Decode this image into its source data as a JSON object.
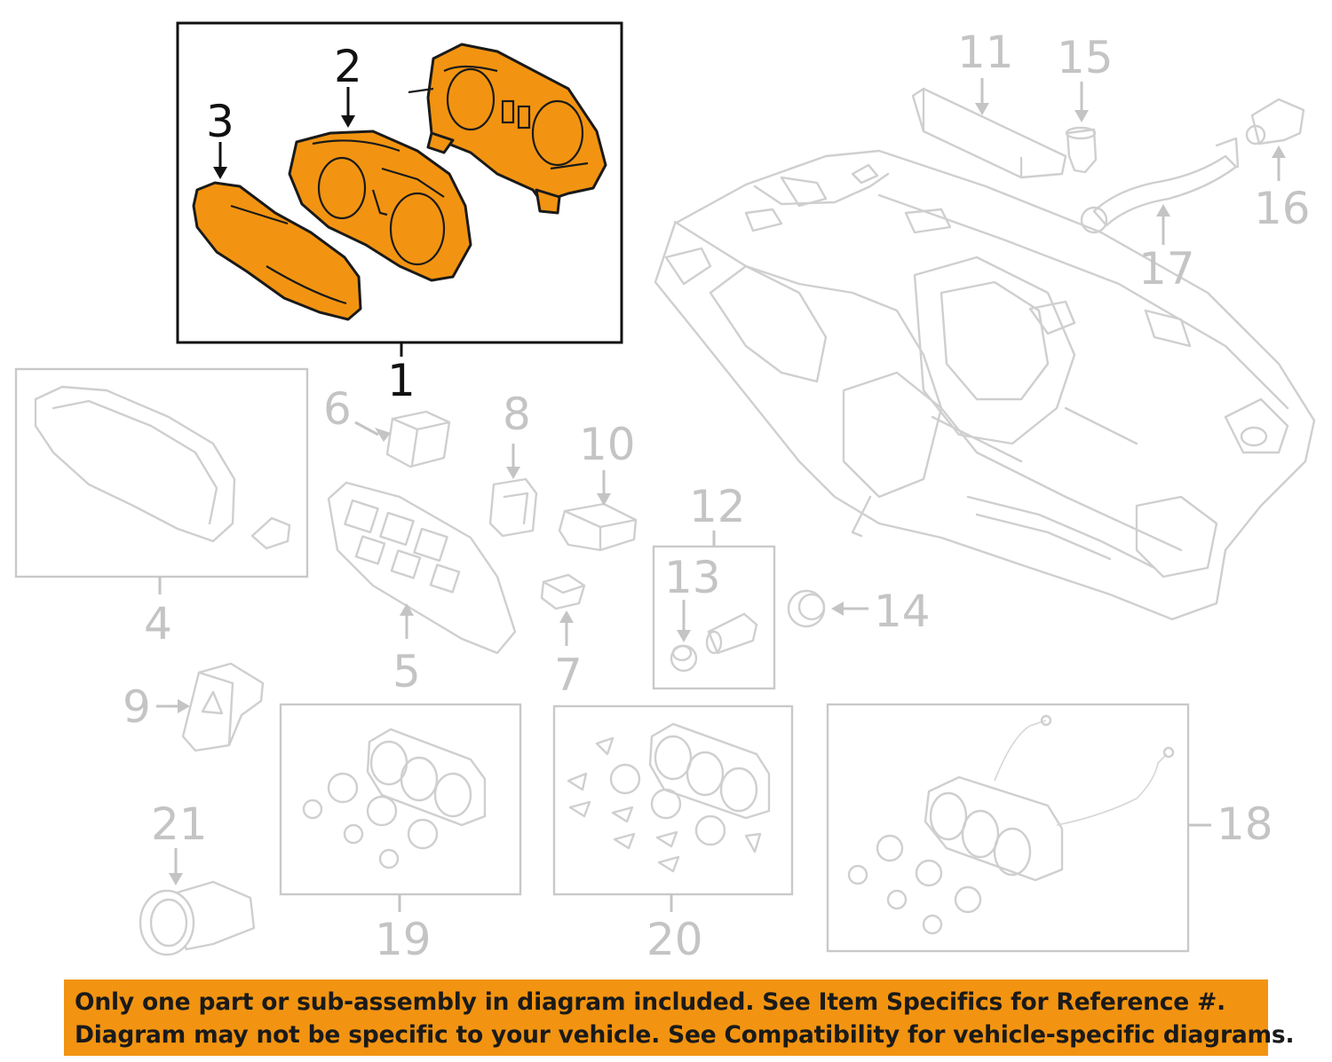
{
  "diagram": {
    "callouts": {
      "c1": "1",
      "c2": "2",
      "c3": "3",
      "c4": "4",
      "c5": "5",
      "c6": "6",
      "c7": "7",
      "c8": "8",
      "c9": "9",
      "c10": "10",
      "c11": "11",
      "c12": "12",
      "c13": "13",
      "c14": "14",
      "c15": "15",
      "c16": "16",
      "c17": "17",
      "c18": "18",
      "c19": "19",
      "c20": "20",
      "c21": "21"
    },
    "highlight_color": "#f29411",
    "ghost_color": "#cfcfcf"
  },
  "notice": {
    "line1": "Only one part or sub-assembly in diagram included. See Item Specifics for Reference #.",
    "line2": "Diagram may not be specific to your vehicle. See Compatibility for vehicle-specific diagrams."
  }
}
